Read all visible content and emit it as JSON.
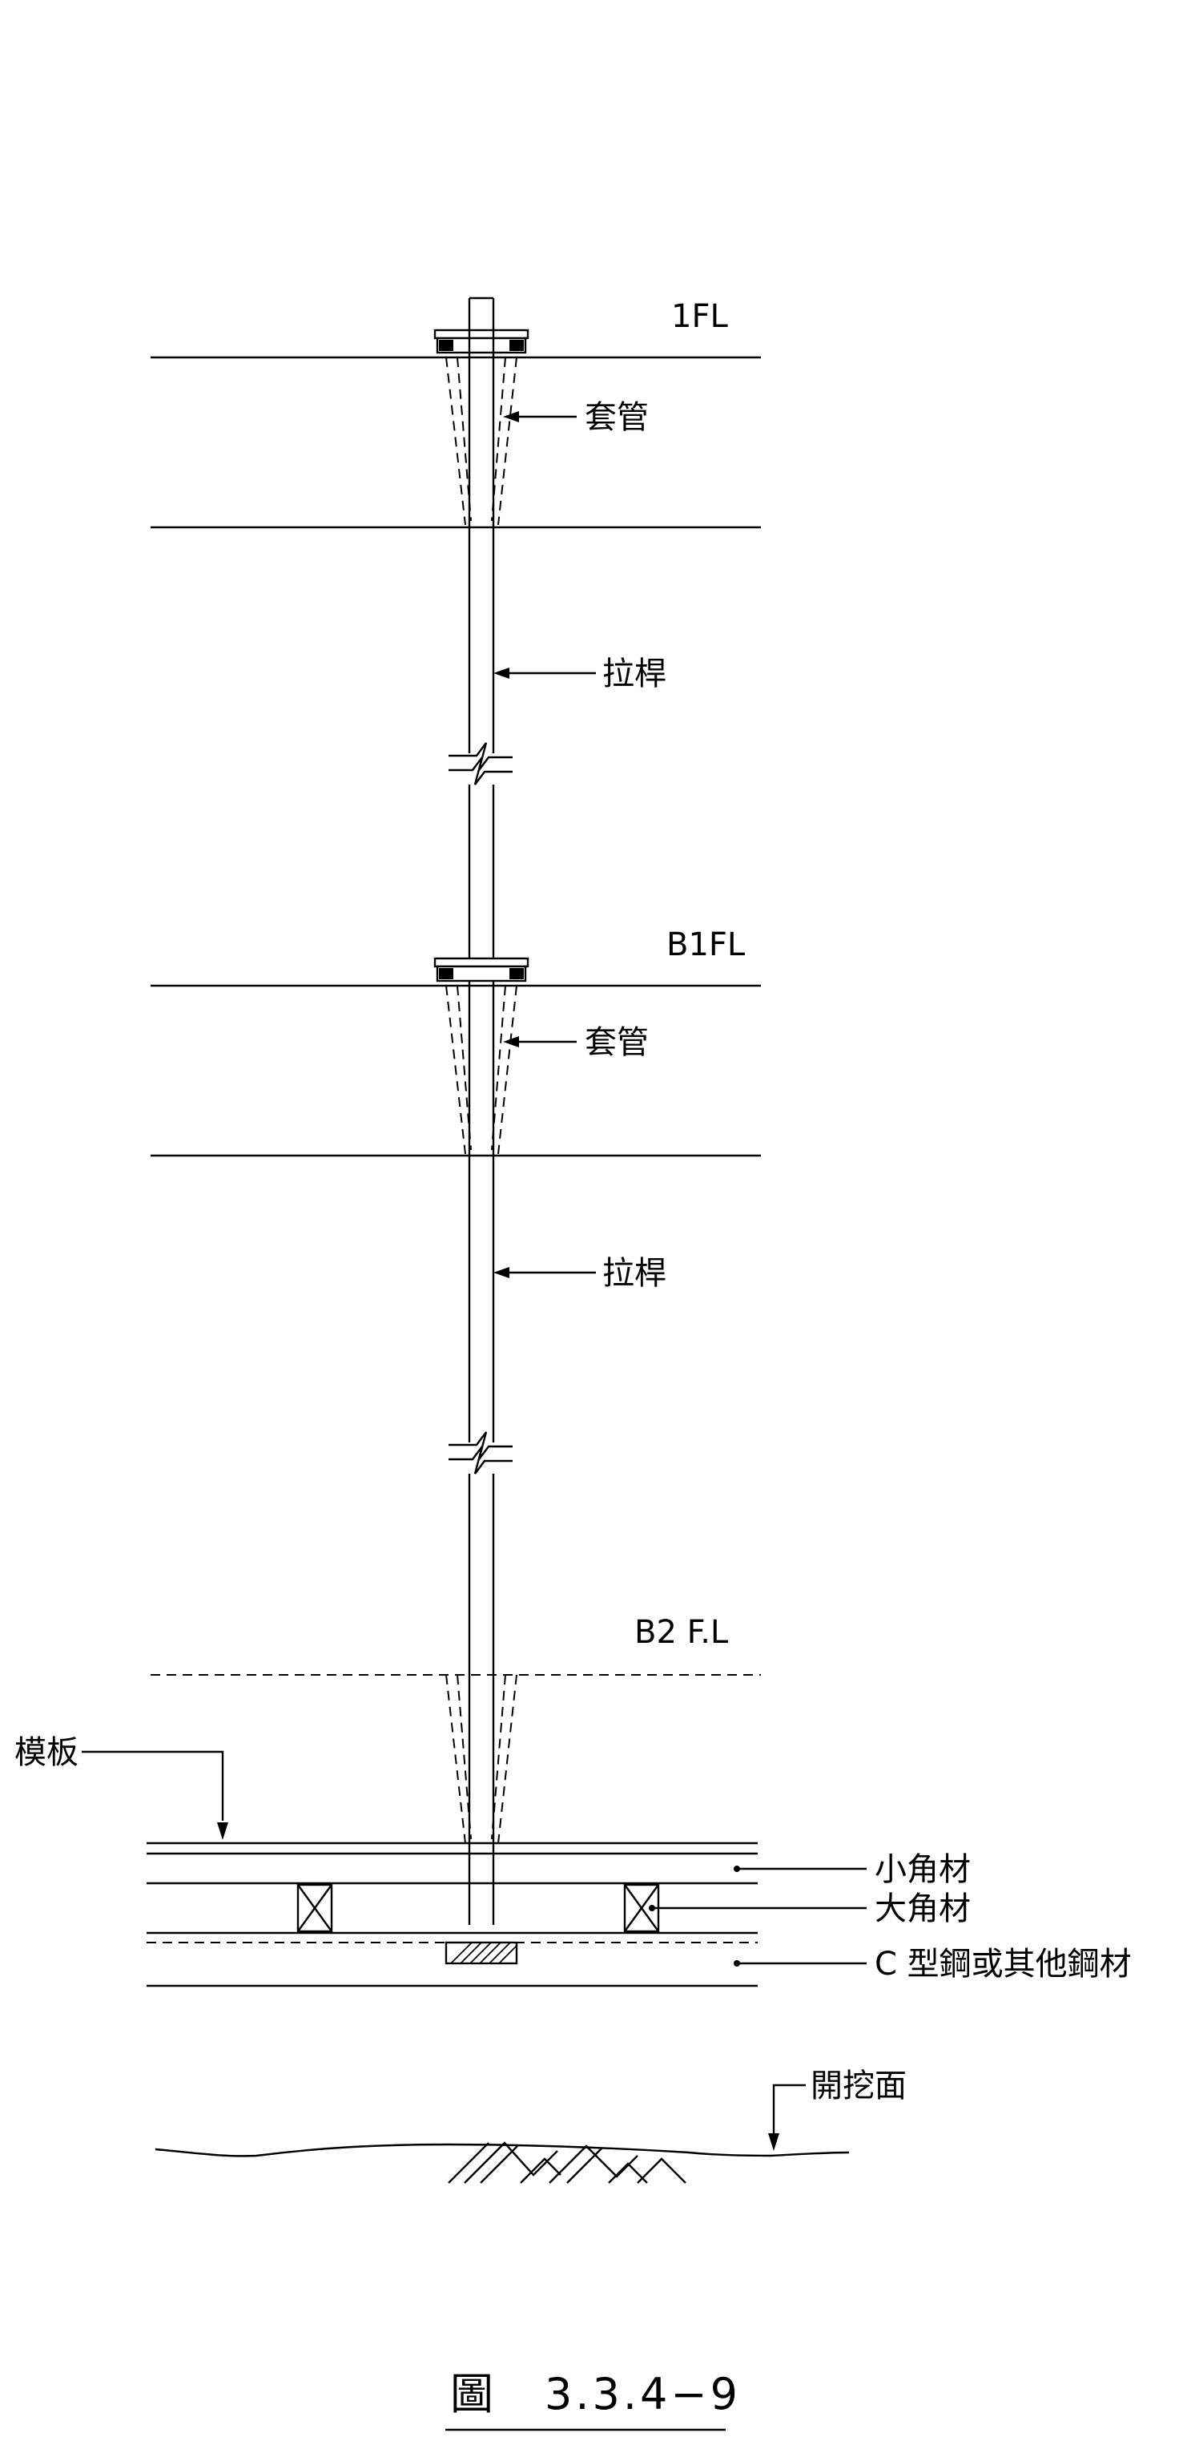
{
  "levels": {
    "level1": "1FL",
    "level2": "B1FL",
    "level3": "B2 F.L"
  },
  "callouts": {
    "sleeve_upper": "套管",
    "rod_upper": "拉桿",
    "sleeve_middle": "套管",
    "rod_middle": "拉桿",
    "formwork": "模板",
    "small_timber": "小角材",
    "large_timber": "大角材",
    "c_steel": "C 型鋼或其他鋼材",
    "excavation": "開挖面"
  },
  "caption": {
    "figure_char": "圖",
    "figure_number": "3.3.4−9"
  }
}
